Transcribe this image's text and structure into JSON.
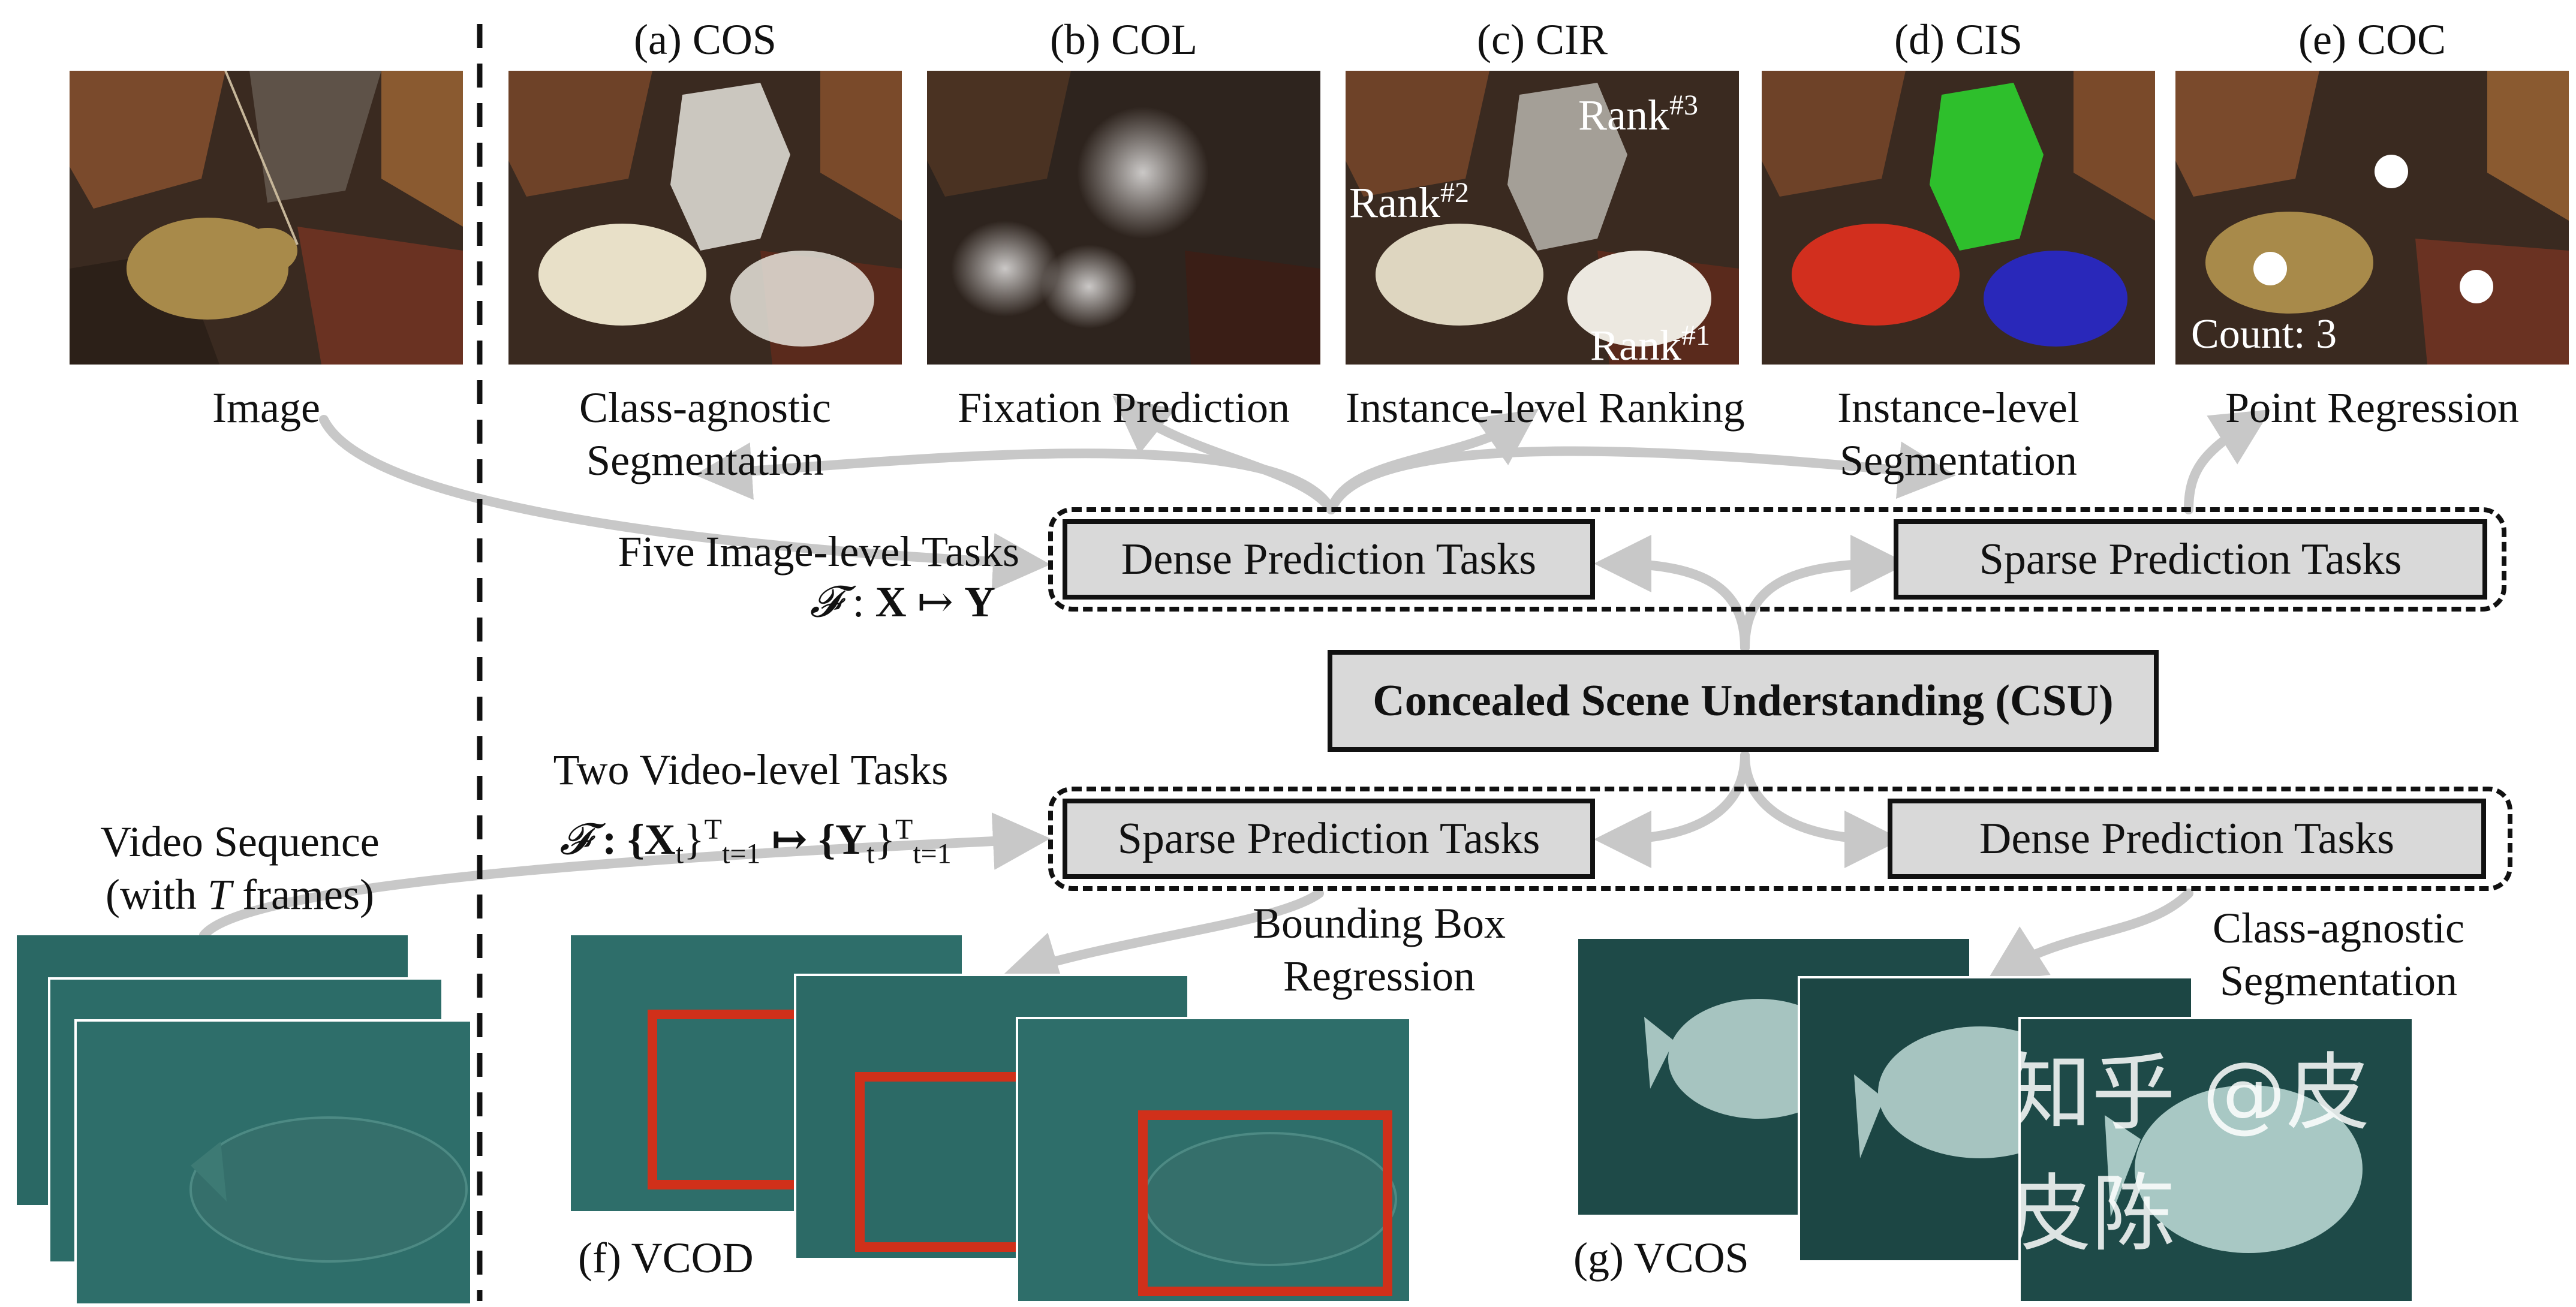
{
  "panels": {
    "image": {
      "caption": "Image"
    },
    "cos": {
      "title": "(a) COS",
      "caption_l1": "Class-agnostic",
      "caption_l2": "Segmentation"
    },
    "col": {
      "title": "(b) COL",
      "caption": "Fixation Prediction"
    },
    "cir": {
      "title": "(c) CIR",
      "caption": "Instance-level Ranking",
      "rank1": "Rank",
      "rank1_sup": "#1",
      "rank2": "Rank",
      "rank2_sup": "#2",
      "rank3": "Rank",
      "rank3_sup": "#3"
    },
    "cis": {
      "title": "(d) CIS",
      "caption_l1": "Instance-level",
      "caption_l2": "Segmentation"
    },
    "coc": {
      "title": "(e) COC",
      "caption": "Point Regression",
      "count": "Count: 3"
    }
  },
  "image_tasks": {
    "label": "Five Image-level Tasks",
    "formula_F": "𝓕",
    "formula_colon": " : ",
    "formula_X": "X",
    "formula_arrow": " ↦ ",
    "formula_Y": "Y",
    "dense_box": "Dense Prediction Tasks",
    "sparse_box": "Sparse Prediction Tasks"
  },
  "center_box": "Concealed Scene Understanding (CSU)",
  "video_tasks": {
    "label": "Two Video-level Tasks",
    "formula_F": "𝓕",
    "formula_lhs": " : {X",
    "formula_lhs_sub": "t",
    "formula_lhs_close": "}",
    "formula_sup": "T",
    "formula_sub": "t=1",
    "formula_arrow": " ↦ {Y",
    "formula_rhs_sub": "t",
    "formula_rhs_close": "}",
    "sparse_box": "Sparse Prediction Tasks",
    "dense_box": "Dense Prediction Tasks"
  },
  "video_sequence": {
    "label_l1": "Video Sequence",
    "label_l2_a": "(with ",
    "label_l2_T": "T",
    "label_l2_b": " frames)"
  },
  "vcod": {
    "title": "(f) VCOD",
    "note_l1": "Bounding Box",
    "note_l2": "Regression"
  },
  "vcos": {
    "title": "(g) VCOS",
    "note_l1": "Class-agnostic",
    "note_l2": "Segmentation"
  },
  "watermark": "知乎 @皮皮陈",
  "colors": {
    "leaf_dark": "#3a2a20",
    "leaf_brown": "#7a4a2c",
    "frog_tan": "#a88a4a",
    "mask_white": "#e8e4dc",
    "cis_red": "#e0301e",
    "cis_green": "#2ecc2e",
    "cis_blue": "#2828c8",
    "sea_teal": "#2e6e6a",
    "box_red": "#d0301a",
    "arrow_gray": "#c8c8c8",
    "box_fill": "#d9d9d9"
  }
}
